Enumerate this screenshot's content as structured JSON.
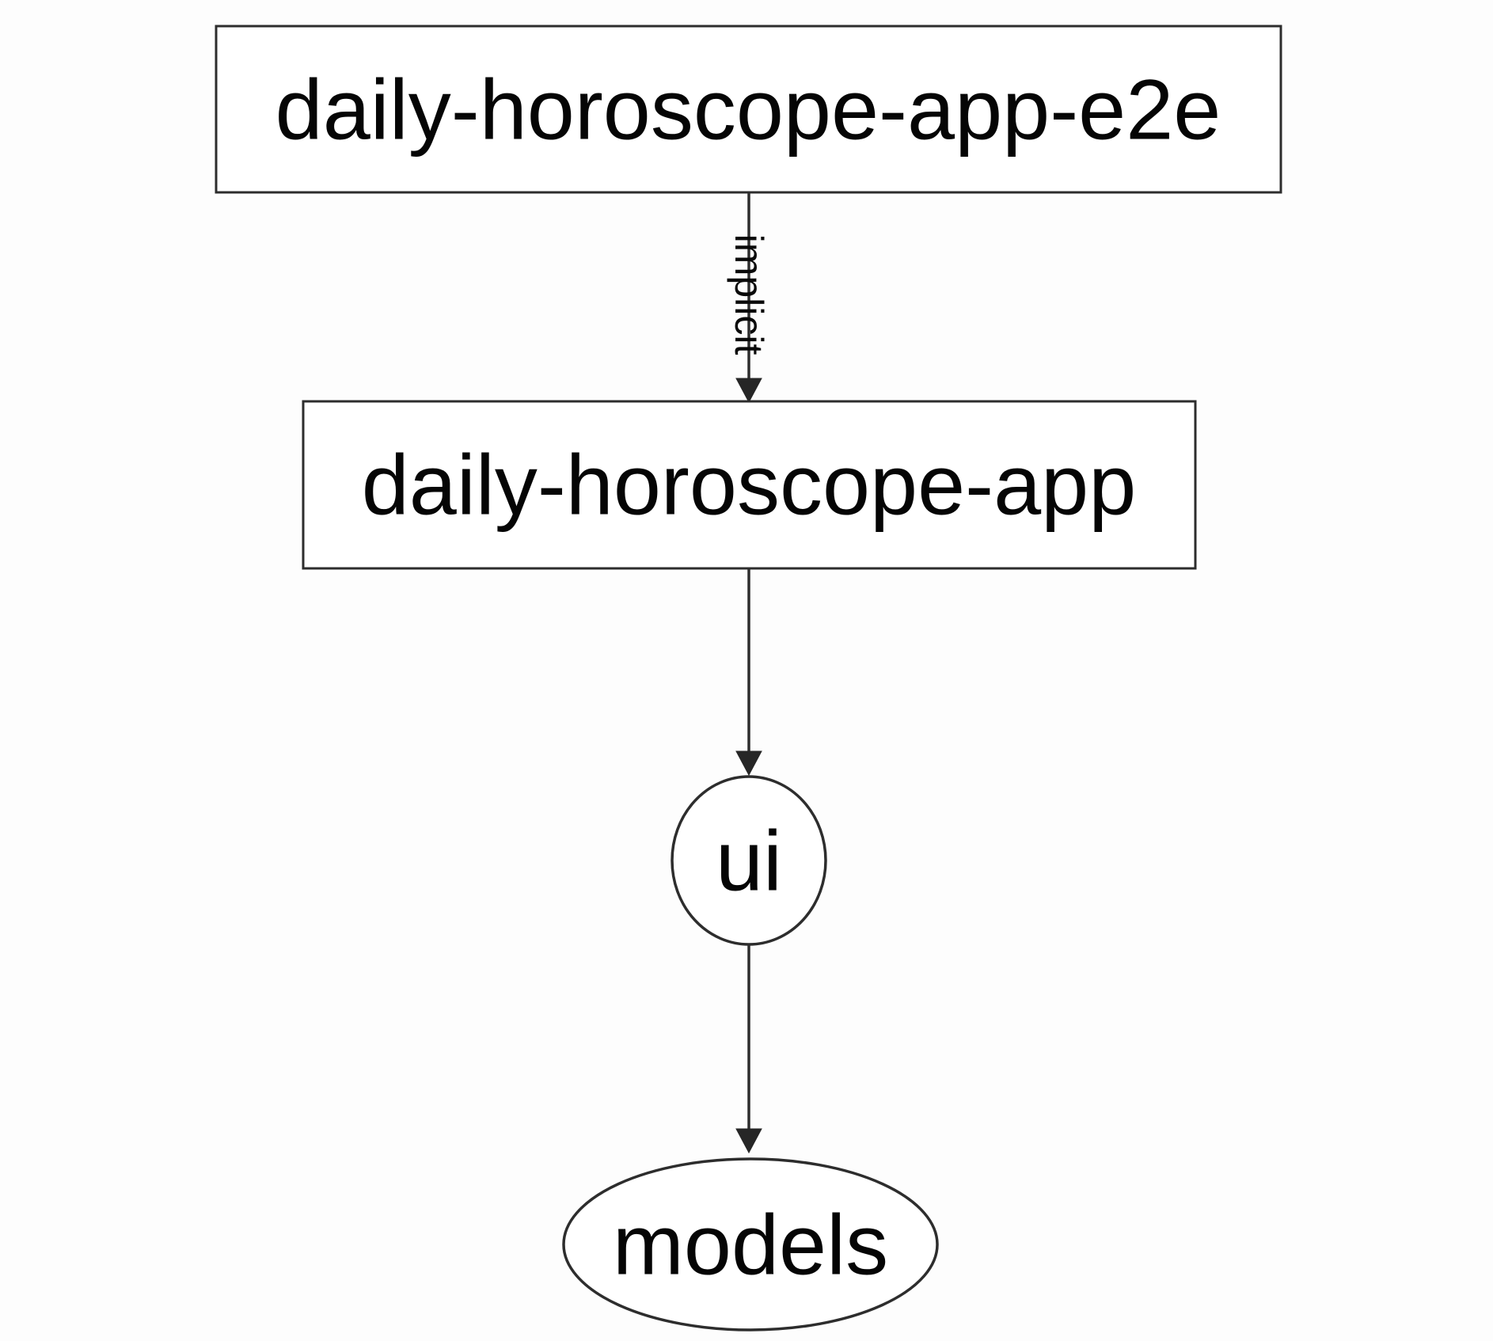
{
  "diagram": {
    "kind": "project-dependency-graph",
    "colors": {
      "background": "#fdfdfd",
      "node_fill": "#ffffff",
      "stroke": "#2d2d2d",
      "text": "#050505"
    },
    "nodes": [
      {
        "id": "daily-horoscope-app-e2e",
        "label": "daily-horoscope-app-e2e",
        "shape": "rectangle"
      },
      {
        "id": "daily-horoscope-app",
        "label": "daily-horoscope-app",
        "shape": "rectangle"
      },
      {
        "id": "ui",
        "label": "ui",
        "shape": "ellipse"
      },
      {
        "id": "models",
        "label": "models",
        "shape": "ellipse"
      }
    ],
    "edges": [
      {
        "from": "daily-horoscope-app-e2e",
        "to": "daily-horoscope-app",
        "label": "implicit"
      },
      {
        "from": "daily-horoscope-app",
        "to": "ui",
        "label": ""
      },
      {
        "from": "ui",
        "to": "models",
        "label": ""
      }
    ]
  }
}
